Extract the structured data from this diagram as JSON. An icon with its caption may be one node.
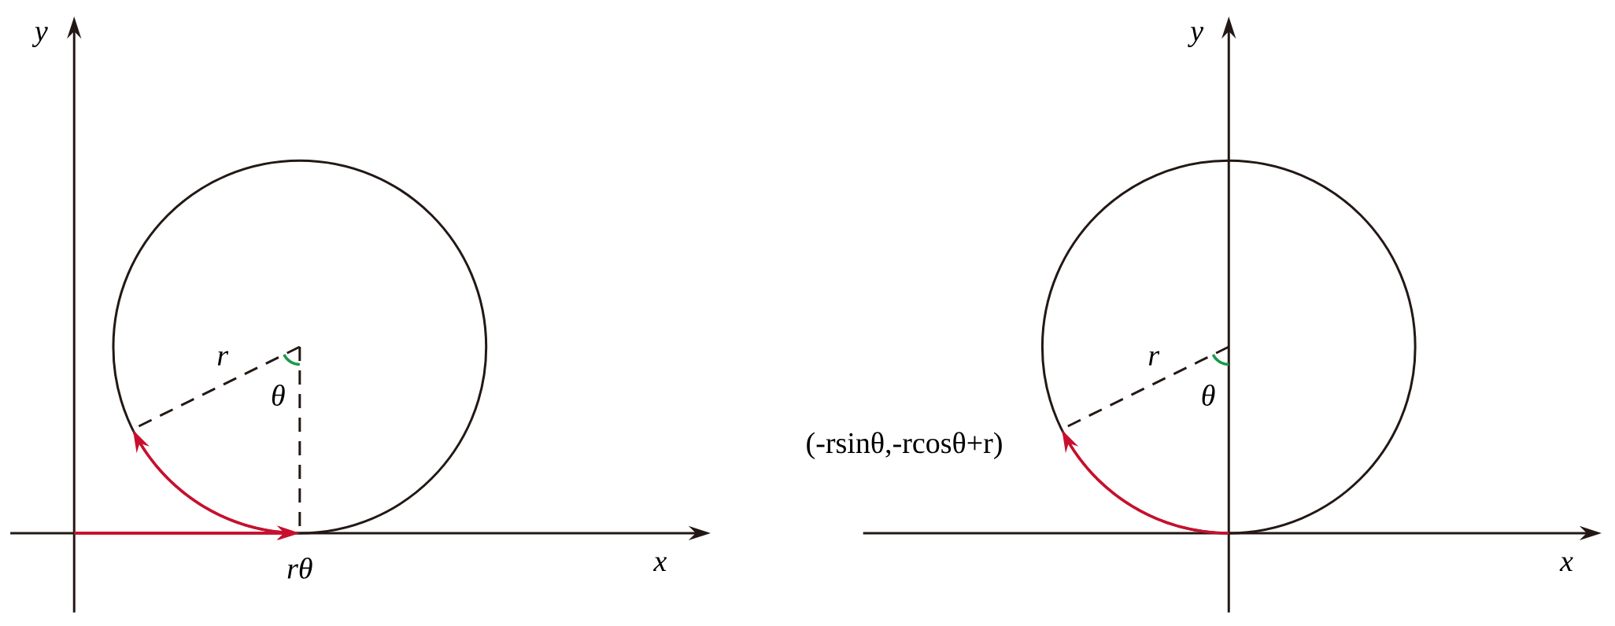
{
  "diagram": {
    "labels": [
      "y",
      "r",
      "θ",
      "rθ",
      "x",
      "y",
      "r",
      "θ",
      "(-rsinθ,-rcosθ+r)",
      "x"
    ]
  }
}
